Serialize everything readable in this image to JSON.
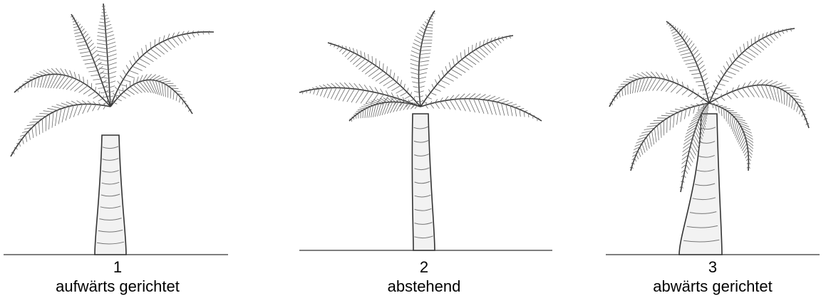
{
  "figures": [
    {
      "number": "1",
      "caption": "aufwärts gerichtet",
      "orientation": "up"
    },
    {
      "number": "2",
      "caption": "abstehend",
      "orientation": "spread"
    },
    {
      "number": "3",
      "caption": "abwärts gerichtet",
      "orientation": "down"
    }
  ],
  "colors": {
    "line": "#3a3a3a",
    "trunk_fill": "#f2f2f2",
    "background": "#ffffff"
  },
  "icons": [
    "palm-tree-icon"
  ]
}
